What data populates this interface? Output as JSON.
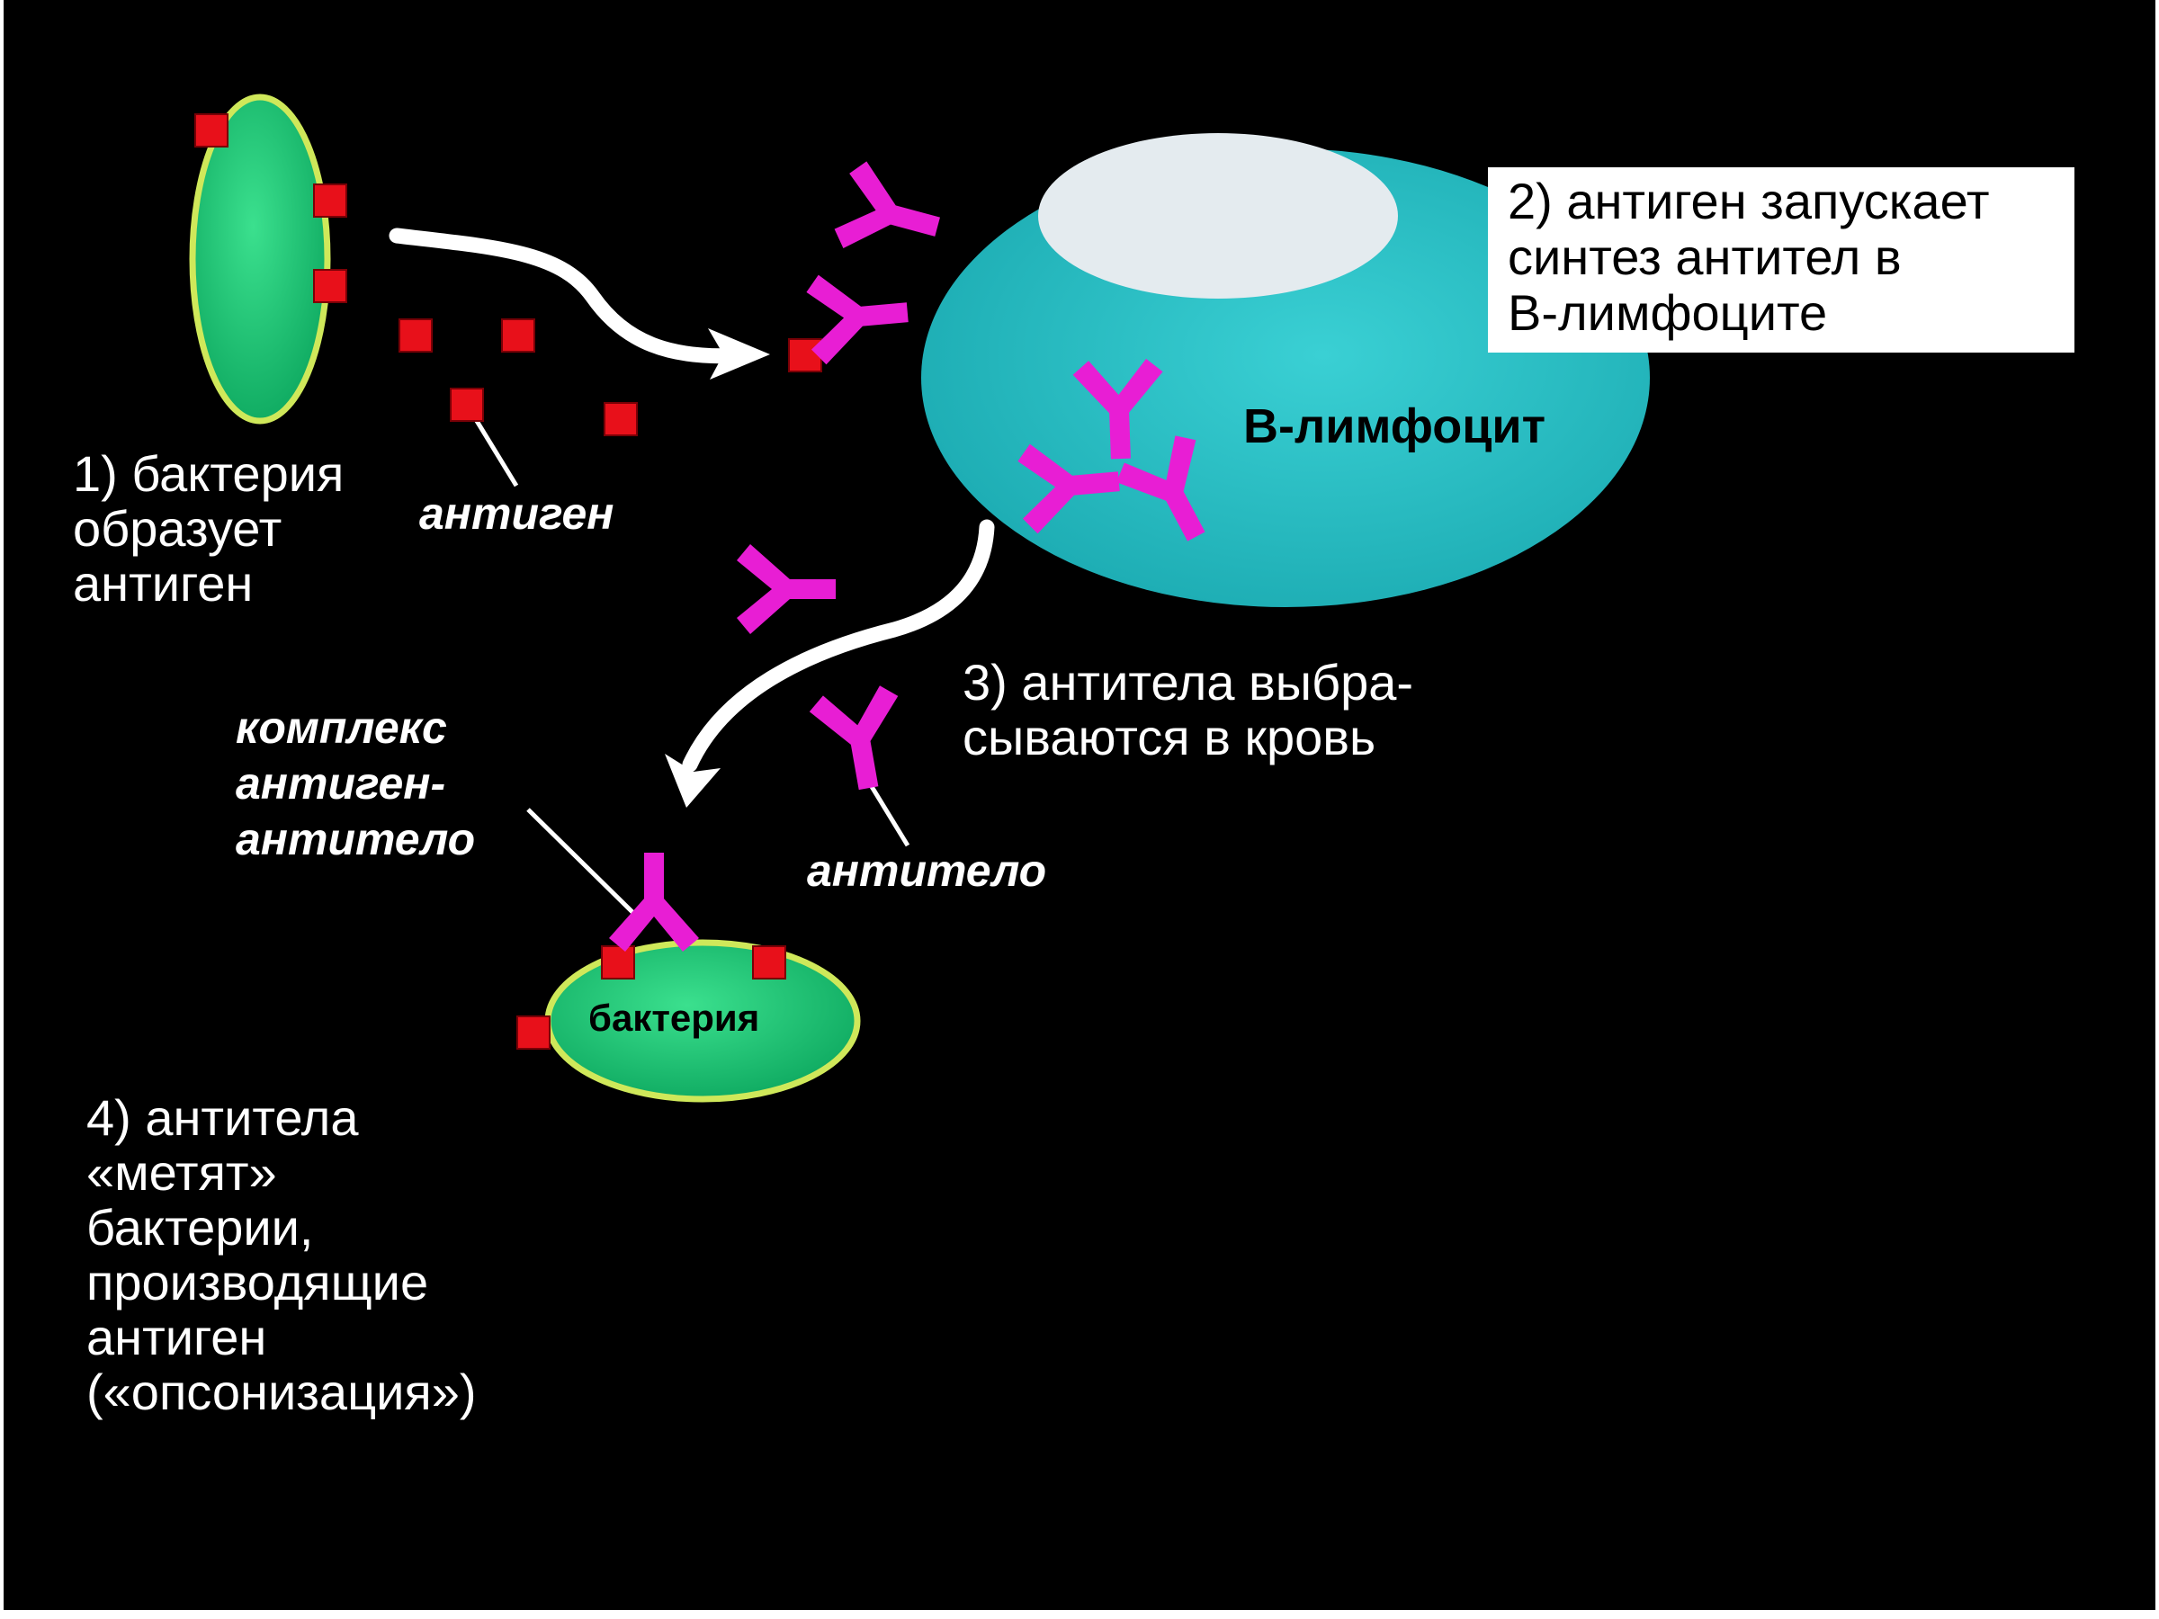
{
  "labels": {
    "step1": "1) бактерия\nобразует\nантиген",
    "antigen": "антиген",
    "step2": "2) антиген запускает\nсинтез антител в\nВ-лимфоците",
    "lymphocyte": "В-лимфоцит",
    "step3": "3) антитела выбра-\nсываются в кровь",
    "complex": "комплекс\nантиген-\nантитело",
    "antibody": "антитело",
    "bacterium": "бактерия",
    "step4": "4) антитела\n«метят»\nбактерии,\nпроизводящие\nантиген\n(«опсонизация»)"
  },
  "colors": {
    "background": "#000000",
    "bacterium_fill": "#14c873",
    "bacterium_outline": "#cfe85a",
    "lymphocyte_fill": "#2fc3c8",
    "nucleus_fill": "#e4ebef",
    "antigen": "#e8101a",
    "antibody": "#e81ed4",
    "arrow": "#ffffff"
  }
}
